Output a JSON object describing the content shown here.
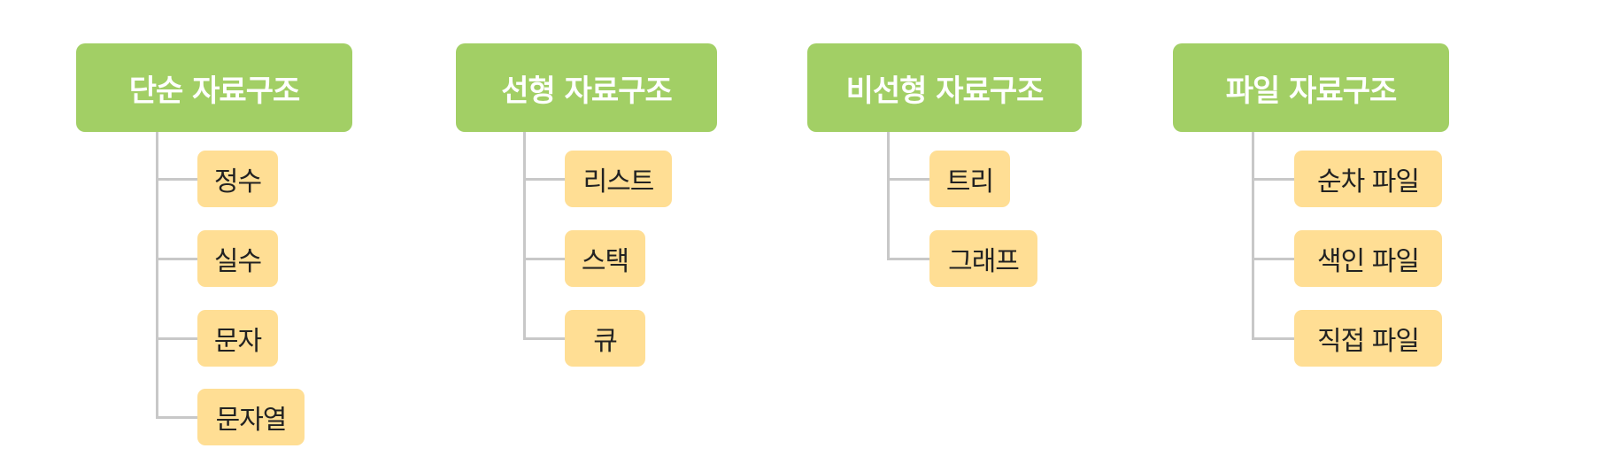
{
  "colors": {
    "header_bg": "#a2cf65",
    "header_text": "#ffffff",
    "leaf_bg": "#ffde94",
    "leaf_text": "#222222",
    "connector": "#c8c8c8"
  },
  "categories": [
    {
      "title": "단순 자료구조",
      "items": [
        "정수",
        "실수",
        "문자",
        "문자열"
      ]
    },
    {
      "title": "선형 자료구조",
      "items": [
        "리스트",
        "스택",
        "큐"
      ]
    },
    {
      "title": "비선형 자료구조",
      "items": [
        "트리",
        "그래프"
      ]
    },
    {
      "title": "파일 자료구조",
      "items": [
        "순차 파일",
        "색인 파일",
        "직접 파일"
      ]
    }
  ]
}
